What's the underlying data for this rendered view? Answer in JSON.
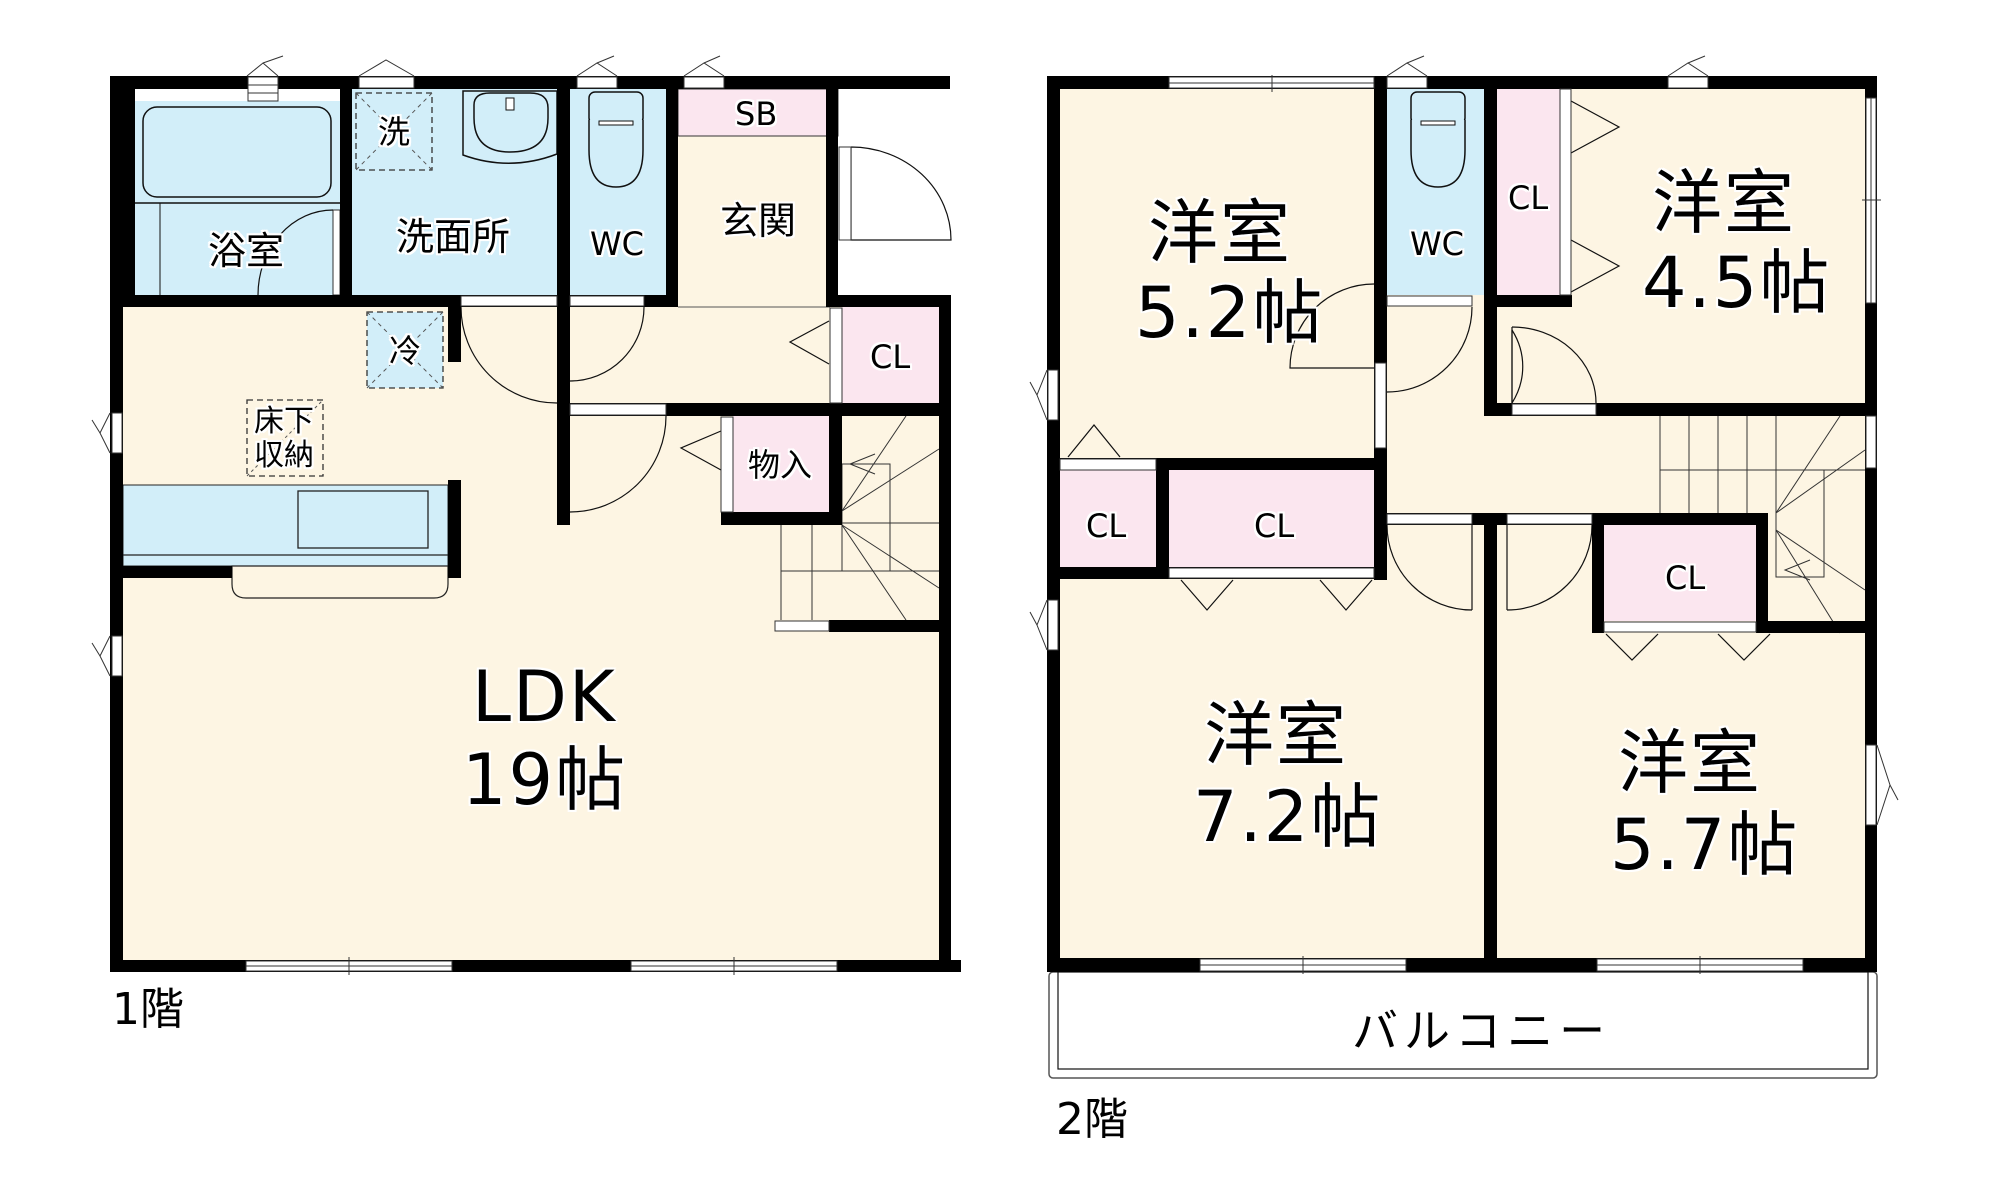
{
  "colors": {
    "wall": "#000000",
    "floor_cream": "#FDF5E3",
    "wet_blue": "#D2EEF9",
    "storage_pink": "#FBE6EF",
    "door_white": "#FFFFFF",
    "line": "#333333"
  },
  "floor1": {
    "label": "1階",
    "rooms": {
      "bath": "浴室",
      "washroom": "洗面所",
      "washer": "洗",
      "wc": "WC",
      "sb": "SB",
      "entrance": "玄関",
      "fridge": "冷",
      "underfloor": "床下\n収納",
      "underfloor_line1": "床下",
      "underfloor_line2": "収納",
      "closet": "CL",
      "storage": "物入",
      "ldk_name": "LDK",
      "ldk_size": "19帖"
    }
  },
  "floor2": {
    "label": "2階",
    "rooms": {
      "room_nw_name": "洋室",
      "room_nw_size": "5.2帖",
      "room_ne_name": "洋室",
      "room_ne_size": "4.5帖",
      "room_sw_name": "洋室",
      "room_sw_size": "7.2帖",
      "room_se_name": "洋室",
      "room_se_size": "5.7帖",
      "wc": "WC",
      "closet_ne": "CL",
      "closet_w_small": "CL",
      "closet_w_large": "CL",
      "closet_se": "CL",
      "balcony": "バルコニー"
    }
  }
}
